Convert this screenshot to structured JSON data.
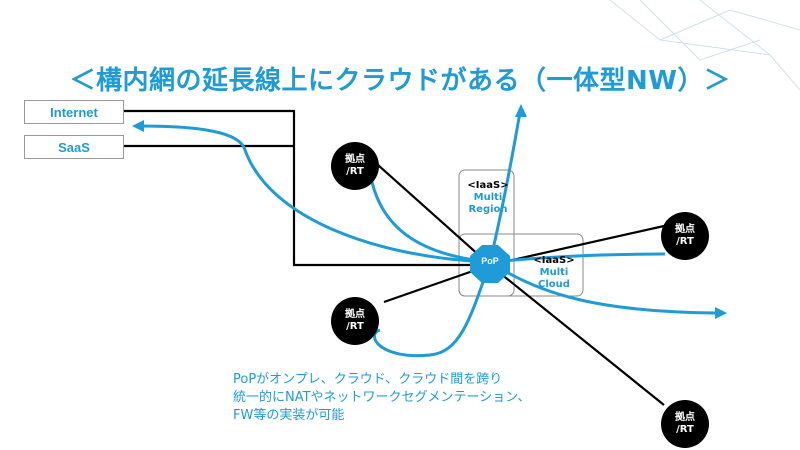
{
  "title": "＜構内網の延長線上にクラウドがある（一体型NW）＞",
  "labels": {
    "internet": "Internet",
    "saas": "SaaS"
  },
  "pop": "PoP",
  "iaas_region": {
    "tag": "<IaaS>",
    "line1": "Multi",
    "line2": "Region"
  },
  "iaas_cloud": {
    "tag": "<IaaS>",
    "line1": "Multi",
    "line2": "Cloud"
  },
  "nodes": [
    {
      "line1": "拠点",
      "line2": "/RT"
    },
    {
      "line1": "拠点",
      "line2": "/RT"
    },
    {
      "line1": "拠点",
      "line2": "/RT"
    },
    {
      "line1": "拠点",
      "line2": "/RT"
    }
  ],
  "note": [
    "PoPがオンプレ、クラウド、クラウド間を跨り",
    "統一的にNATやネットワークセグメンテーション、",
    "FW等の実装が可能"
  ],
  "colors": {
    "accent": "#1f9bd7",
    "line": "#000000",
    "node": "#000000"
  }
}
